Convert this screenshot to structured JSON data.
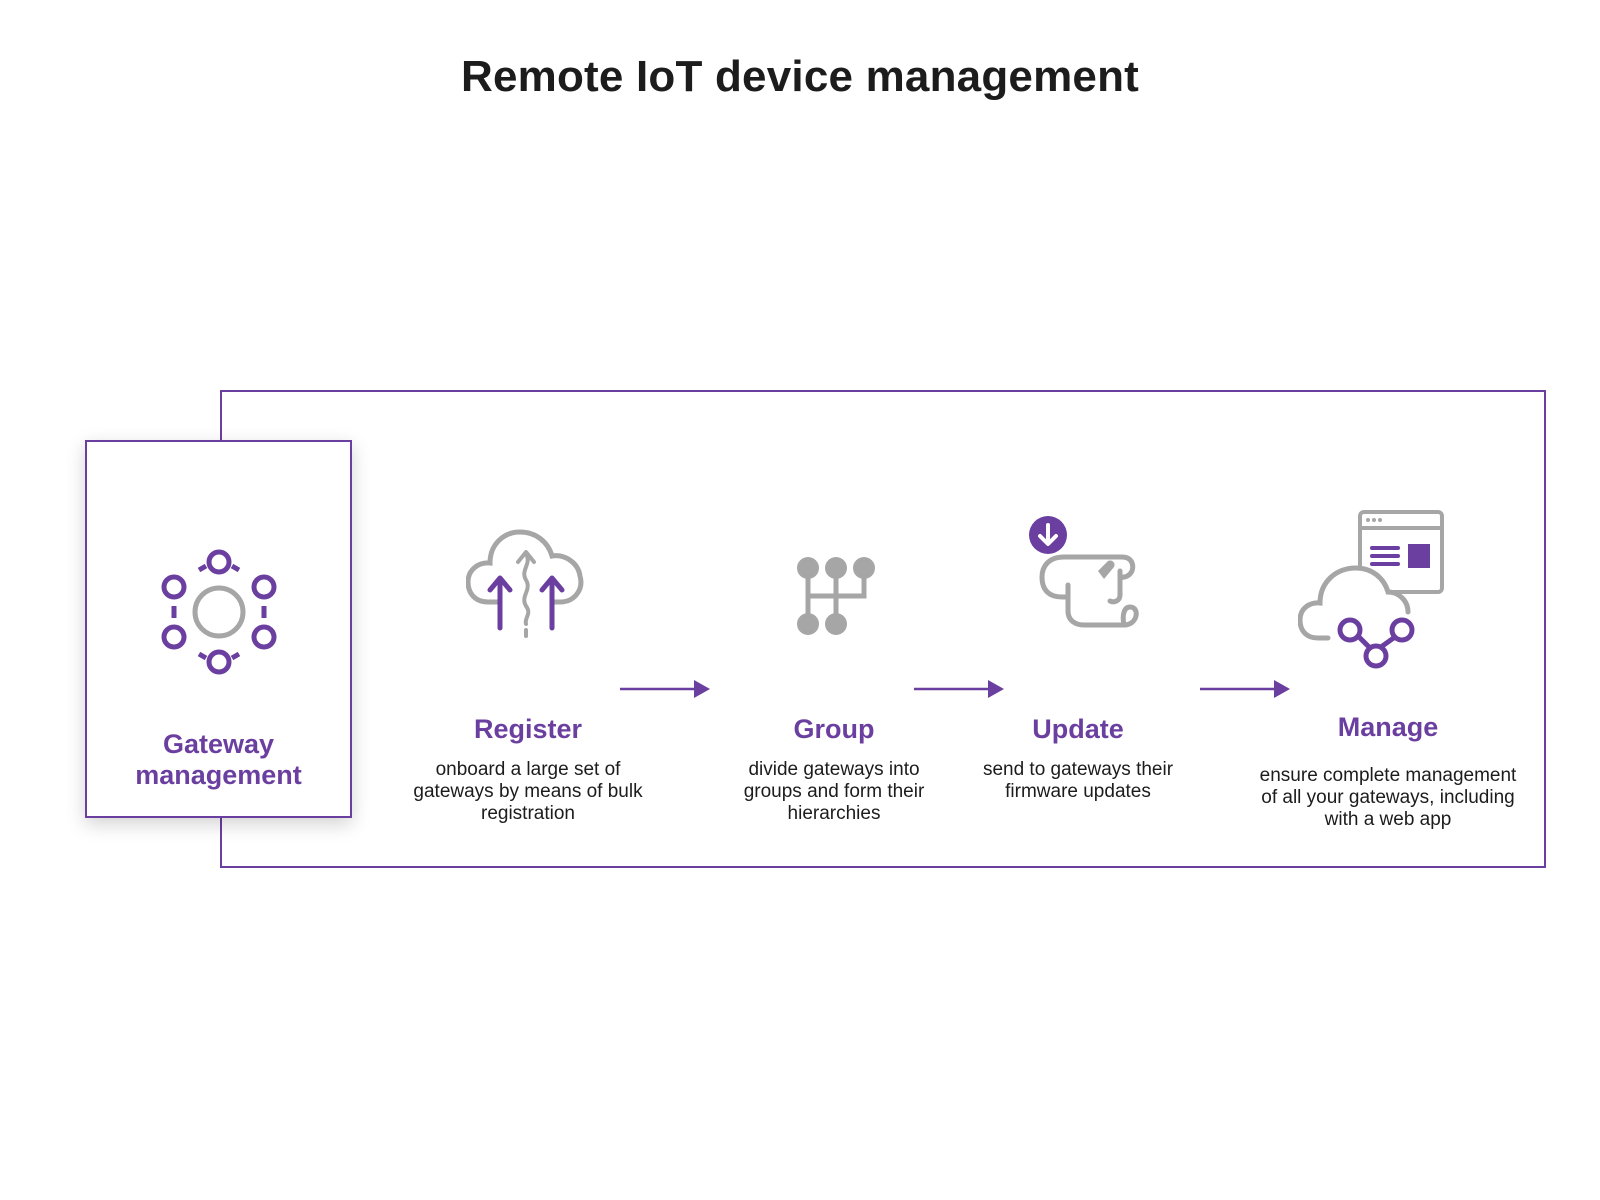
{
  "title": "Remote IoT device management",
  "colors": {
    "accent": "#6b3fa0",
    "icon_gray": "#a6a6a6",
    "text": "#1c1c1c"
  },
  "gateway": {
    "label_line1": "Gateway",
    "label_line2": "management",
    "icon": "network-hub-icon"
  },
  "steps": [
    {
      "title": "Register",
      "desc_lines": [
        "onboard a large set of",
        "gateways by means of bulk",
        "registration"
      ],
      "icon": "cloud-upload-icon"
    },
    {
      "title": "Group",
      "desc_lines": [
        "divide gateways into",
        "groups and form their",
        "hierarchies"
      ],
      "icon": "hierarchy-icon"
    },
    {
      "title": "Update",
      "desc_lines": [
        "send to gateways their",
        "firmware updates"
      ],
      "icon": "firmware-scroll-download-icon"
    },
    {
      "title": "Manage",
      "desc_lines": [
        "ensure complete management",
        "of all your gateways, including",
        "with a web app"
      ],
      "icon": "cloud-web-app-icon"
    }
  ]
}
